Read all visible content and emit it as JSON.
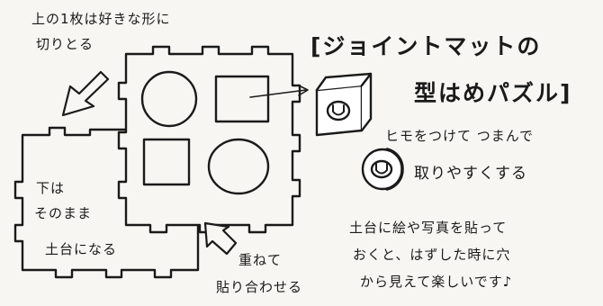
{
  "title": {
    "line1": "[ジョイントマットの",
    "line2": "型はめパズル]"
  },
  "labels": {
    "top_note_1": "上の1枚は好きな形に",
    "top_note_2": "切りとる",
    "base_1": "下は",
    "base_2": "そのまま",
    "base_3": "土台になる",
    "stack_1": "重ねて",
    "stack_2": "貼り合わせる",
    "tab_1": "ヒモをつけて つまんで",
    "tab_2": "取りやすくする",
    "tip_1": "土台に絵や写真を貼って",
    "tip_2": "おくと、はずした時に穴",
    "tip_3": "から見えて楽しいです♪"
  },
  "knob_icon": "u-shaped-string-loop",
  "colors": {
    "ink": "#1a1a1a",
    "paper": "#f7f6f2"
  }
}
